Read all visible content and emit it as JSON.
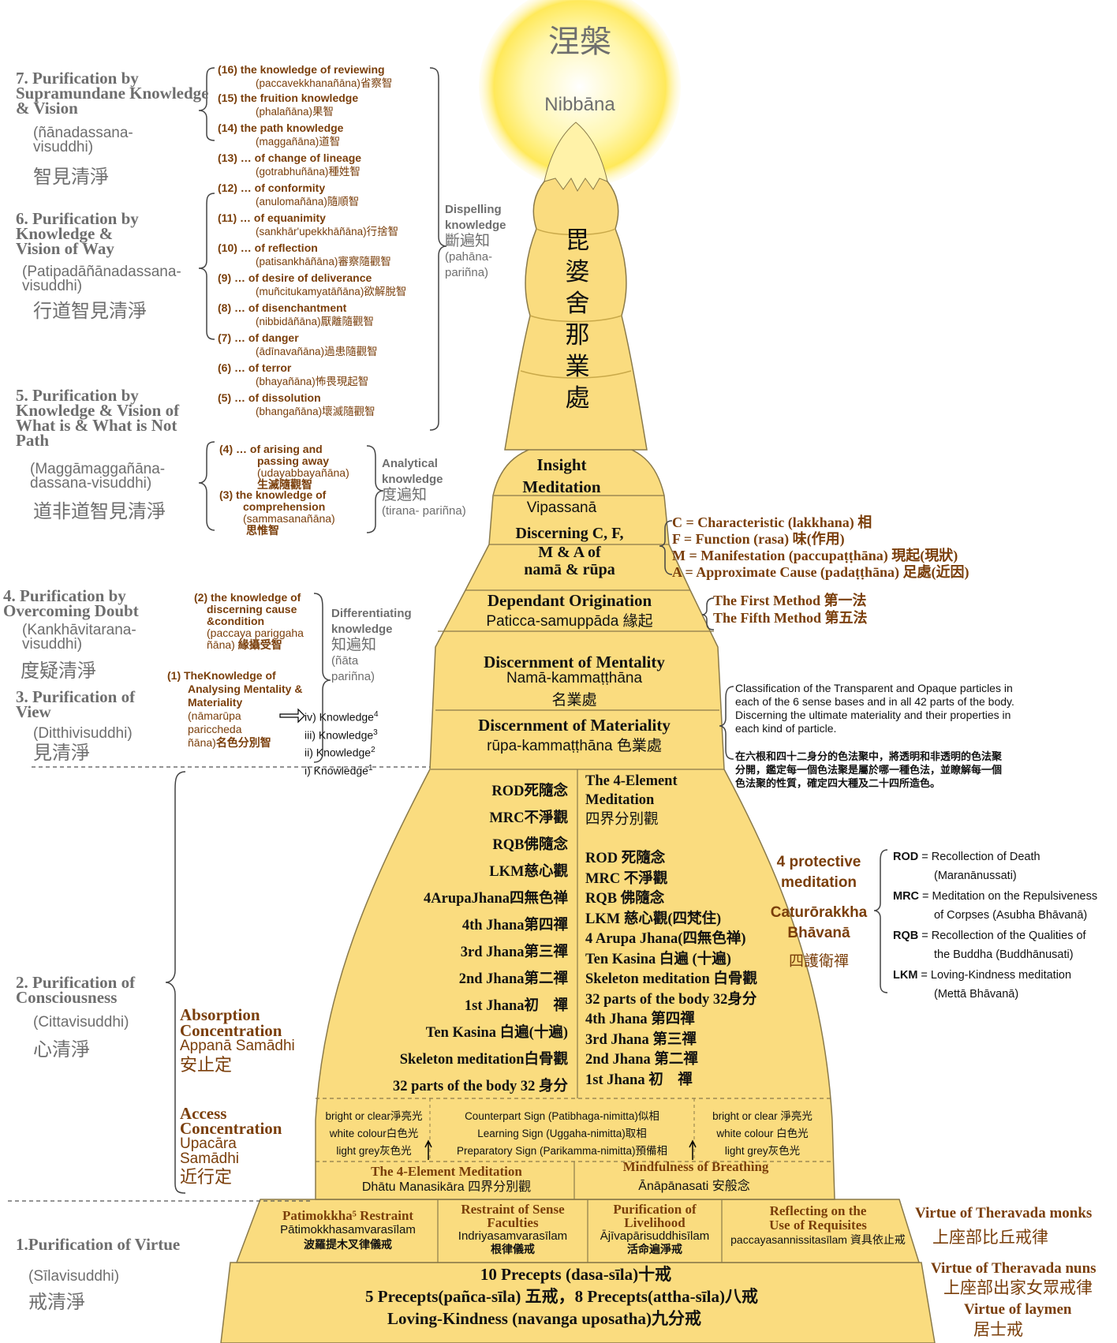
{
  "colors": {
    "stupa": "#fadc7f",
    "stupa_stroke": "#8a7a4a",
    "brown": "#7a3e0a",
    "gray": "#6e6e6e",
    "sun": "#fff59a"
  },
  "nibbana": {
    "cjk": "涅槃",
    "pali": "Nibbāna"
  },
  "spire": [
    "毘",
    "婆",
    "舍",
    "那",
    "業",
    "處"
  ],
  "p7": {
    "title": "7. Purification by Supramundane Knowledge & Vision",
    "pali": "(ñānadassana-visuddhi)",
    "cjk": "智見清淨"
  },
  "p6": {
    "title": "6. Purification by Knowledge & Vision of Way",
    "pali": "(Patipadāñānadassana-visuddhi)",
    "cjk": "行道智見清淨"
  },
  "p5": {
    "title": "5. Purification by Knowledge & Vision of What is & What is Not Path",
    "pali": "(Maggāmaggañāna-dassana-visuddhi)",
    "cjk": "道非道智見清淨"
  },
  "p4": {
    "title": "4. Purification by Overcoming Doubt",
    "pali": "(Kankhāvitarana-visuddhi)",
    "cjk": "度疑清淨"
  },
  "p3": {
    "title": "3. Purification of View",
    "pali": "(Ditthivisuddhi)",
    "cjk": "見清淨"
  },
  "p2": {
    "title": "2. Purification of Consciousness",
    "pali": "(Cittavisuddhi)",
    "cjk": "心清淨"
  },
  "p1": {
    "title": "1.Purification of Virtue",
    "pali": "(Sīlavisuddhi)",
    "cjk": "戒清淨"
  },
  "knowledges": [
    {
      "n": "(16) the knowledge of reviewing",
      "p": "(paccavekkhanañāna)省察智"
    },
    {
      "n": "(15) the fruition knowledge",
      "p": "(phalañāna)果智"
    },
    {
      "n": "(14) the path knowledge",
      "p": "(maggañāna)道智"
    },
    {
      "n": "(13) … of change of lineage",
      "p": "(gotrabhuñāna)種姓智"
    },
    {
      "n": "(12) … of conformity",
      "p": "(anulomañāna)隨順智"
    },
    {
      "n": "(11) … of equanimity",
      "p": "(sankhār'upekkhāñāna)行捨智"
    },
    {
      "n": "(10) … of reflection",
      "p": "(patisankhāñāna)審察隨觀智"
    },
    {
      "n": "(9) … of desire of deliverance",
      "p": "(muñcitukamyatāñāna)欲解脫智"
    },
    {
      "n": "(8) … of disenchantment",
      "p": "(nibbidāñāna)厭離隨觀智"
    },
    {
      "n": "(7) … of danger",
      "p": "(ādīnavañāna)過患隨觀智"
    },
    {
      "n": "(6) … of terror",
      "p": "(bhayañāna)怖畏現起智"
    },
    {
      "n": "(5) … of dissolution",
      "p": "(bhangañāna)壞滅隨觀智"
    }
  ],
  "k4": {
    "l1": "(4) … of arising and",
    "l2": "passing away",
    "l3": "(udayabbayañāna)",
    "l4": "生滅隨觀智"
  },
  "k3": {
    "l1": "(3) the knowledge of",
    "l2": "comprehension",
    "l3": "(sammasanañāna)",
    "l4": "思惟智"
  },
  "dispelling": {
    "l1": "Dispelling",
    "l2": "knowledge",
    "cjk": "斷遍知",
    "p1": "(pahāna-",
    "p2": "pariñna)"
  },
  "analytical": {
    "l1": "Analytical",
    "l2": "knowledge",
    "cjk": "度遍知",
    "p": "(tirana- pariñna)"
  },
  "k2": {
    "l1": "(2) the knowledge of",
    "l2": "discerning cause",
    "l3": "&condition",
    "l4": "(paccaya pariggaha",
    "l5": "ñāna)",
    "cjk": "緣攝受智"
  },
  "k1": {
    "l1": "(1) TheKnowledge of",
    "l2": "Analysing Mentality &",
    "l3": "Materiality",
    "l4": "(nāmarūpa",
    "l5": "pariccheda",
    "l6": "ñāna)",
    "cjk": "名色分別智"
  },
  "differentiating": {
    "l1": "Differentiating",
    "l2": "knowledge",
    "cjk": "知遍知",
    "p1": "(ñāta",
    "p2": "pariñna)"
  },
  "k1sub": [
    "iv) Knowledge",
    "iii) Knowledge",
    "ii) Knowledge",
    "i) Knowledge"
  ],
  "k1sup": [
    "4",
    "3",
    "2",
    "1"
  ],
  "insight": {
    "l1": "Insight",
    "l2": "Meditation",
    "l3": "Vipassanā"
  },
  "cfma": {
    "l1": "Discerning C, F,",
    "l2": "M & A of",
    "l3": "namā & rūpa"
  },
  "cfma_def": [
    "C = Characteristic (lakkhana) 相",
    "F = Function (rasa) 味(作用)",
    "M = Manifestation (paccupaṭṭhāna) 現起(現狀)",
    "A = Approximate Cause (padaṭṭhāna) 足處(近因)"
  ],
  "dep": {
    "l1": "Dependant Origination",
    "l2": "Paticca-samuppāda 緣起"
  },
  "methods": [
    "The First Method 第一法",
    "The Fifth Method 第五法"
  ],
  "mentality": {
    "l1": "Discernment of Mentality",
    "l2": "Namā-kammaṭṭhāna",
    "l3": "名業處"
  },
  "materiality": {
    "l1": "Discernment of Materiality",
    "l2": "rūpa-kammaṭṭhāna 色業處"
  },
  "classification": {
    "en": [
      "Classification of the Transparent and Opaque particles in",
      "each of the 6 sense bases and in all 42 parts of the body.",
      "Discerning the ultimate materiality and their properties in",
      "each kind of particle."
    ],
    "cjk": [
      "在六根和四十二身分的色法聚中，將透明和非透明的色法聚",
      "分開，鑑定每一個色法聚是屬於哪一種色法，並瞭解每一個",
      "色法聚的性質，確定四大種及二十四所造色。"
    ]
  },
  "left_col": [
    "ROD死隨念",
    "MRC不淨觀",
    "RQB佛隨念",
    "LKM慈心觀",
    "4ArupaJhana四無色禅",
    "4th Jhana第四禪",
    "3rd Jhana第三禪",
    "2nd Jhana第二禪",
    "1st Jhana初　禪",
    "Ten  Kasina 白遍(十遍)",
    "Skeleton meditation白骨觀",
    "32 parts of the body 32 身分"
  ],
  "right_head": {
    "l1": "The 4-Element",
    "l2": "Meditation",
    "l3": "四界分別觀"
  },
  "right_col": [
    "ROD 死隨念",
    "MRC 不淨觀",
    "RQB 佛隨念",
    "LKM 慈心觀(四梵住)",
    "4 Arupa Jhana(四無色禅)",
    "Ten Kasina 白遍 (十遍)",
    "Skeleton meditation 白骨觀",
    "32 parts of the body 32身分",
    "4th Jhana 第四禪",
    "3rd Jhana 第三禪",
    "2nd Jhana 第二禪",
    "1st Jhana 初　禪"
  ],
  "absorption": {
    "l1": "Absorption",
    "l2": "Concentration",
    "l3": "Appanā Samādhi",
    "l4": "安止定"
  },
  "access": {
    "l1": "Access",
    "l2": "Concentration",
    "l3": "Upacāra",
    "l4": "Samādhi",
    "l5": "近行定"
  },
  "protective": {
    "l1": "4 protective",
    "l2": "meditation",
    "l3": "Caturōrakkha",
    "l4": "Bhāvanā",
    "l5": "四護衛禪"
  },
  "abbr": [
    {
      "k": "ROD",
      "v": "= Recollection of Death",
      "v2": "(Maranānussati)"
    },
    {
      "k": "MRC",
      "v": "= Meditation on the Repulsiveness",
      "v2": "of Corpses  (Asubha Bhāvanā)"
    },
    {
      "k": "RQB",
      "v": "= Recollection of the Qualities of",
      "v2": "the Buddha (Buddhānusati)"
    },
    {
      "k": "LKM",
      "v": "= Loving-Kindness meditation",
      "v2": "(Mettā Bhāvanā)"
    }
  ],
  "nimitta_l": [
    "bright or clear淨亮光",
    "white colour白色光",
    "light grey灰色光"
  ],
  "nimitta_c": [
    "Counterpart Sign (Patibhaga-nimitta)似相",
    "Learning Sign (Uggaha-nimitta)取相",
    "Preparatory Sign (Parikamma-nimitta)預備相"
  ],
  "nimitta_r": [
    "bright or clear 淨亮光",
    "white colour 白色光",
    "light grey灰色光"
  ],
  "four_element": {
    "l1": "The 4-Element Meditation",
    "l2": "Dhātu Manasikāra 四界分別觀"
  },
  "breathing": {
    "l1": "Mindfulness of Breathing",
    "l2": "Ānāpānasati 安般念"
  },
  "restraint": [
    {
      "l1": "Patimokkha⁵ Restraint",
      "l2": "Pātimokkhasamvarasīlam",
      "l3": "波羅提木叉律儀戒"
    },
    {
      "l1": "Restraint of Sense",
      "l2": "Faculties",
      "l3": "Indriyasamvarasīlam",
      "l4": "根律儀戒"
    },
    {
      "l1": "Purification of",
      "l2": "Livelihood",
      "l3": "Ājīvapārisuddhisīlam",
      "l4": "活命遍淨戒"
    },
    {
      "l1": "Reflecting on the",
      "l2": "Use of Requisites",
      "l3": "paccayasannissitasīlam 資具依止戒"
    }
  ],
  "precepts": {
    "l1": "10 Precepts (dasa-sīla)十戒",
    "l2": "5 Precepts(pañca-sīla) 五戒，8 Precepts(attha-sīla)八戒",
    "l3": "Loving-Kindness (navanga uposatha)九分戒"
  },
  "virtues": {
    "monks": "Virtue of Theravada monks",
    "monks_c": "上座部比丘戒律",
    "nuns": "Virtue of Theravada nuns",
    "nuns_c": "上座部出家女眾戒律",
    "lay": "Virtue of laymen",
    "lay_c": "居士戒"
  }
}
